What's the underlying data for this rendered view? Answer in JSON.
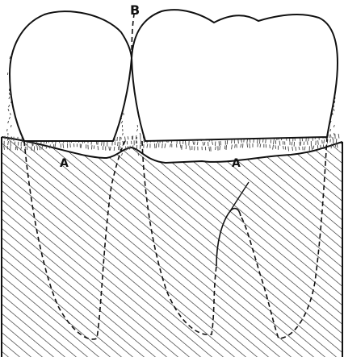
{
  "figure": {
    "labels": {
      "b": "B",
      "a_left": "A",
      "a_right": "A"
    },
    "colors": {
      "ink": "#111111",
      "hatch": "#1a1a1a",
      "gingiva": "#444444",
      "background": "#ffffff"
    }
  }
}
